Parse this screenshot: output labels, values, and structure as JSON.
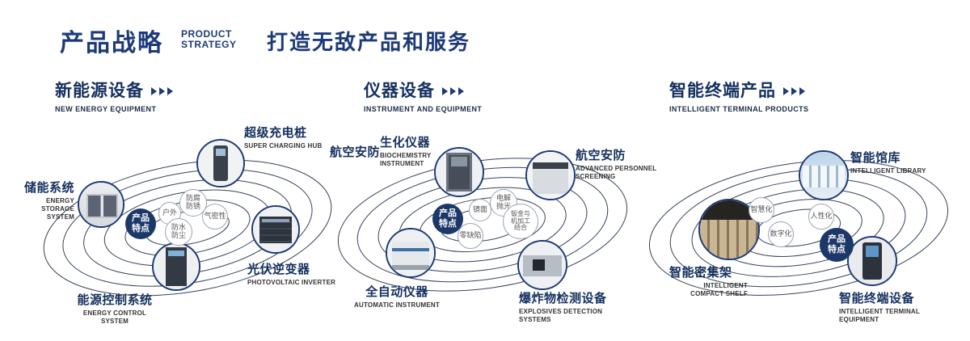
{
  "colors": {
    "navy": "#1d3a78",
    "orbit_line": "#37445c",
    "badge_bg": "#1b3868"
  },
  "icons": {
    "section_arrow": "triple-chevron-right-icon"
  },
  "header": {
    "title": "产品战略",
    "subtitle_line1": "PRODUCT",
    "subtitle_line2": "STRATEGY",
    "tagline": "打造无敌产品和服务"
  },
  "sections": [
    {
      "title": "新能源设备",
      "subtitle": "NEW ENERGY EQUIPMENT",
      "feature_label": "产品特点",
      "features": [
        "户外",
        "防腐防锈",
        "气密性",
        "防水防尘"
      ],
      "products": [
        {
          "name": "储能系统",
          "en": "ENERGY STORAGE SYSTEM"
        },
        {
          "name": "超级充电桩",
          "en": "SUPER CHARGING HUB"
        },
        {
          "name": "光伏逆变器",
          "en": "PHOTOVOLTAIC INVERTER"
        },
        {
          "name": "能源控制系统",
          "en": "ENERGY CONTROL SYSTEM"
        }
      ]
    },
    {
      "title": "仪器设备",
      "subtitle": "INSTRUMENT AND EQUIPMENT",
      "side_label": "航空安防",
      "feature_label": "产品特点",
      "features": [
        "镜面",
        "电解抛光",
        "零缺陷",
        "钣金与机加工结合"
      ],
      "products": [
        {
          "name": "生化仪器",
          "en": "BIOCHEMISTRY INSTRUMENT"
        },
        {
          "name": "航空安防",
          "en": "ADVANCED PERSONNEL SCREENING"
        },
        {
          "name": "全自动仪器",
          "en": "AUTOMATIC INSTRUMENT"
        },
        {
          "name": "爆炸物检测设备",
          "en": "EXPLOSIVES DETECTION SYSTEMS"
        }
      ]
    },
    {
      "title": "智能终端产品",
      "subtitle": "INTELLIGENT TERMINAL PRODUCTS",
      "feature_label": "产品特点",
      "features": [
        "智慧化",
        "人性化",
        "数字化"
      ],
      "products": [
        {
          "name": "智能馆库",
          "en": "INTELLIGENT LIBRARY"
        },
        {
          "name": "智能密集架",
          "en": "INTELLIGENT COMPACT SHELF"
        },
        {
          "name": "智能终端设备",
          "en": "INTELLIGENT TERMINAL EQUIPMENT"
        }
      ]
    }
  ]
}
